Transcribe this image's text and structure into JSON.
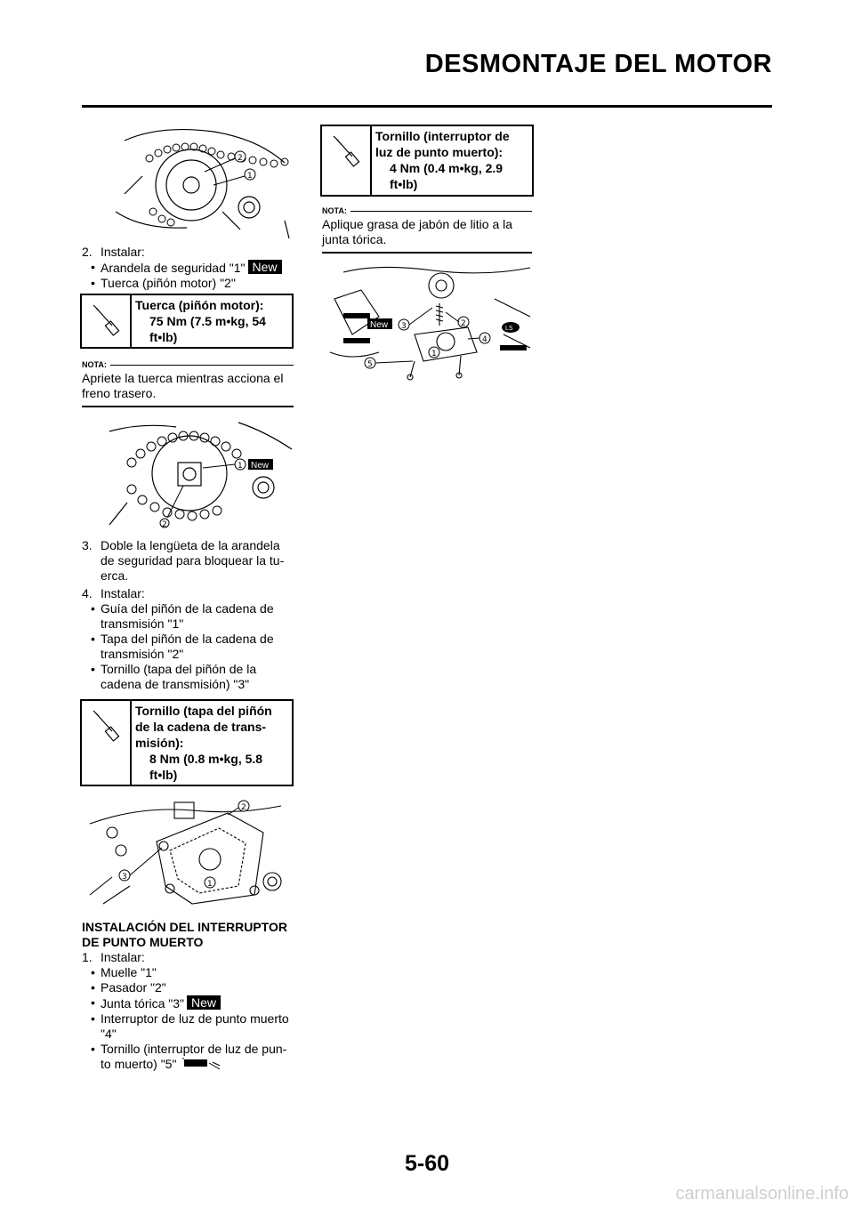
{
  "header": {
    "title": "DESMONTAJE DEL MOTOR"
  },
  "page_number": "5-60",
  "watermark": "carmanualsonline.info",
  "new_badge": "New",
  "fig1": {
    "callouts": [
      "2",
      "1"
    ]
  },
  "step2": {
    "number": "2.",
    "label": "Instalar:",
    "items": [
      "Arandela de seguridad \"1\"",
      "Tuerca (piñón motor) \"2\""
    ]
  },
  "spec1": {
    "title": "Tuerca (piñón motor):",
    "value": "75 Nm (7.5 m•kg, 54 ft•lb)"
  },
  "nota1": {
    "label": "NOTA:",
    "text": "Apriete la tuerca mientras acciona el freno trasero."
  },
  "fig2": {
    "callouts": [
      "1",
      "2"
    ]
  },
  "step3": {
    "number": "3.",
    "text": "Doble la lengüeta de la arandela de seguridad para bloquear la tu-erca."
  },
  "step4": {
    "number": "4.",
    "label": "Instalar:",
    "items": [
      "Guía del piñón de la cadena de transmisión \"1\"",
      "Tapa del piñón de la cadena de transmisión \"2\"",
      "Tornillo (tapa del piñón de la cadena de transmisión) \"3\""
    ]
  },
  "spec2": {
    "title": "Tornillo (tapa del piñón de la cadena de trans-misión):",
    "value": "8 Nm (0.8 m•kg, 5.8 ft•lb)"
  },
  "fig3": {
    "callouts": [
      "2",
      "3",
      "1"
    ]
  },
  "section": {
    "title": "INSTALACIÓN DEL INTERRUPTOR DE PUNTO MUERTO",
    "number": "1.",
    "label": "Instalar:",
    "items": [
      "Muelle \"1\"",
      "Pasador \"2\"",
      "Junta tórica \"3\"",
      "Interruptor de luz de punto muerto \"4\"",
      "Tornillo (interruptor de luz de pun-to muerto) \"5\""
    ]
  },
  "spec3": {
    "title": "Tornillo (interruptor de luz de punto muerto):",
    "value": "4 Nm (0.4 m•kg, 2.9 ft•lb)"
  },
  "nota2": {
    "label": "NOTA:",
    "text": "Aplique grasa de jabón de litio a la junta tórica."
  },
  "fig4": {
    "callouts": [
      "3",
      "2",
      "4",
      "5",
      "1"
    ],
    "grease_mark": "LS"
  }
}
